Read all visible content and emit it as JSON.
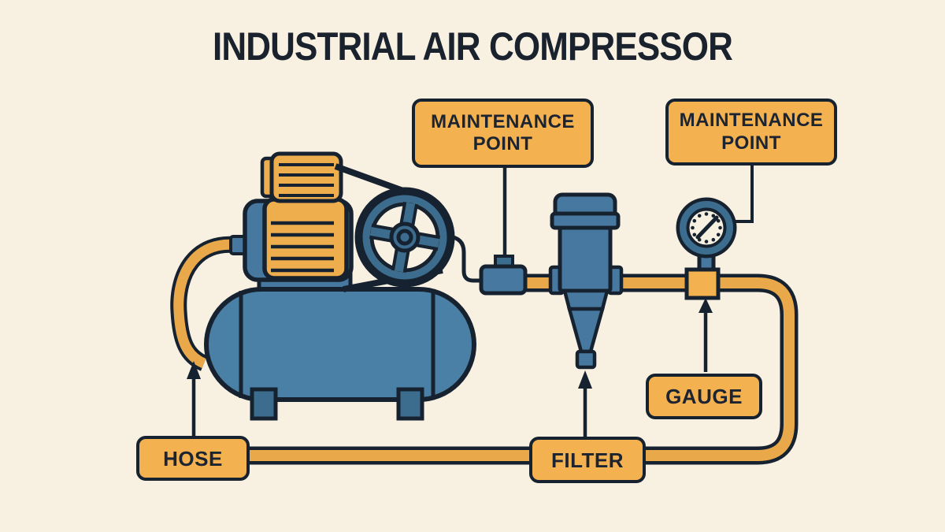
{
  "title": "INDUSTRIAL AIR COMPRESSOR",
  "callouts": {
    "maintenance_point_left": "MAINTENANCE POINT",
    "maintenance_point_right": "MAINTENANCE POINT",
    "gauge": "GAUGE",
    "hose": "HOSE",
    "filter": "FILTER"
  },
  "colors": {
    "background": "#f8f1e1",
    "label_fill": "#f3b14f",
    "outline": "#16222f",
    "machine_blue": "#4779a0",
    "wheel_blue": "#3c6d8e",
    "cylinder_yellow": "#efae4e",
    "pipe_orange": "#e9a94b",
    "text_dark": "#1a222e"
  }
}
